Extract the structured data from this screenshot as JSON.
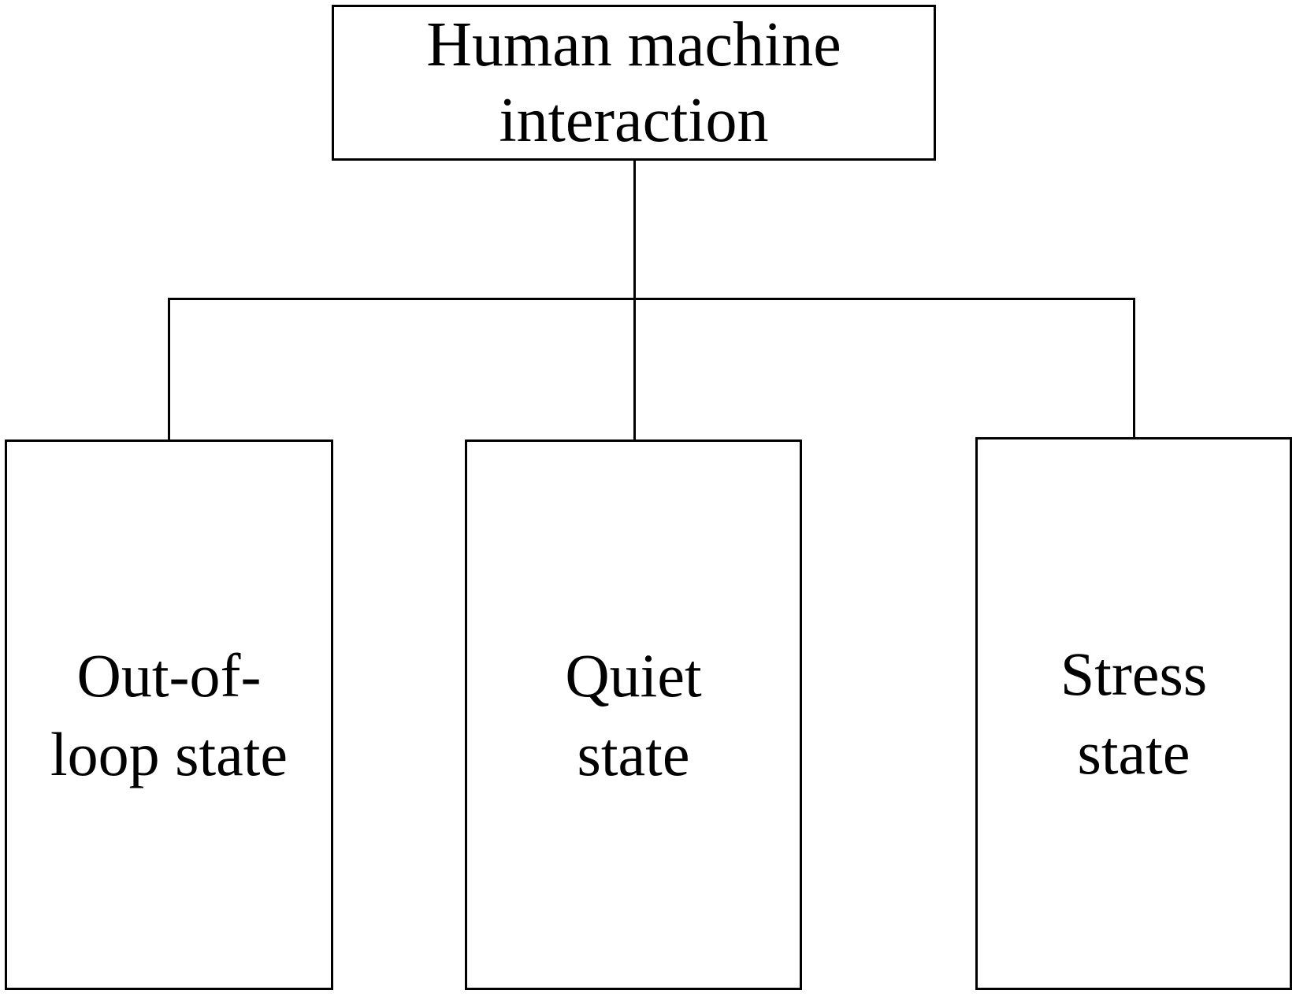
{
  "diagram": {
    "root": {
      "label": "Human machine\ninteraction"
    },
    "children": [
      {
        "label": "Out-of-\nloop state"
      },
      {
        "label": "Quiet\nstate"
      },
      {
        "label": "Stress\nstate"
      }
    ],
    "colors": {
      "line": "#000000",
      "background": "#ffffff",
      "text": "#000000"
    }
  }
}
